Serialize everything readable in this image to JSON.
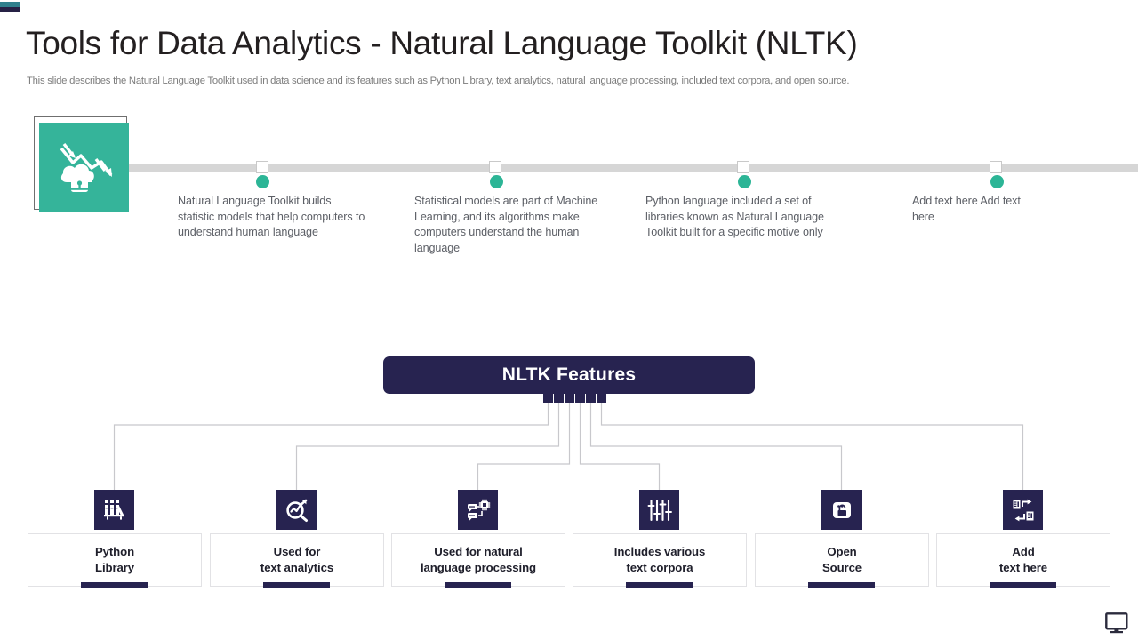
{
  "header": {
    "title": "Tools for Data Analytics - Natural Language Toolkit (NLTK)",
    "subtitle": "This slide describes the Natural Language Toolkit used in data science and its features such as Python Library, text analytics, natural language processing, included text corpora, and open source."
  },
  "accent_bars": {
    "teal": "#2f7f8c",
    "navy": "#262145"
  },
  "colors": {
    "brand_navy": "#272350",
    "brand_teal": "#35b49a",
    "dot_teal": "#2cb596",
    "timeline_gray": "#d6d6d6",
    "body_text": "#5c5f66",
    "title_text": "#231f20",
    "subtitle_text": "#7c7c7c"
  },
  "hero_icon": {
    "name": "cloud-lock-declining-chart-icon",
    "background": "#35b49a"
  },
  "timeline": {
    "nodes": [
      {
        "marker": "square-marker",
        "dot": "teal-dot",
        "text": "Natural Language Toolkit builds statistic models that help computers to understand human language"
      },
      {
        "marker": "square-marker",
        "dot": "teal-dot",
        "text": "Statistical models are part of Machine Learning, and its algorithms make computers understand the human language"
      },
      {
        "marker": "square-marker",
        "dot": "teal-dot",
        "text": "Python language included a set of libraries known as Natural Language Toolkit built for a specific motive only"
      },
      {
        "marker": "square-marker",
        "dot": "teal-dot",
        "text": "Add text here Add text here"
      }
    ]
  },
  "features_header": {
    "label": "NLTK Features",
    "stub_count": 6
  },
  "features": [
    {
      "icon": "books-library-icon",
      "line1": "Python",
      "line2": "Library"
    },
    {
      "icon": "analytics-magnifier-icon",
      "line1": "Used for",
      "line2": "text analytics"
    },
    {
      "icon": "chat-processor-icon",
      "line1": "Used for natural",
      "line2": "language processing"
    },
    {
      "icon": "sliders-equalizer-icon",
      "line1": "Includes various",
      "line2": "text corpora"
    },
    {
      "icon": "open-padlock-icon",
      "line1": "Open",
      "line2": "Source"
    },
    {
      "icon": "data-exchange-icon",
      "line1": "Add",
      "line2": "text here"
    }
  ],
  "footer": {
    "icon": "monitor-display-icon"
  }
}
